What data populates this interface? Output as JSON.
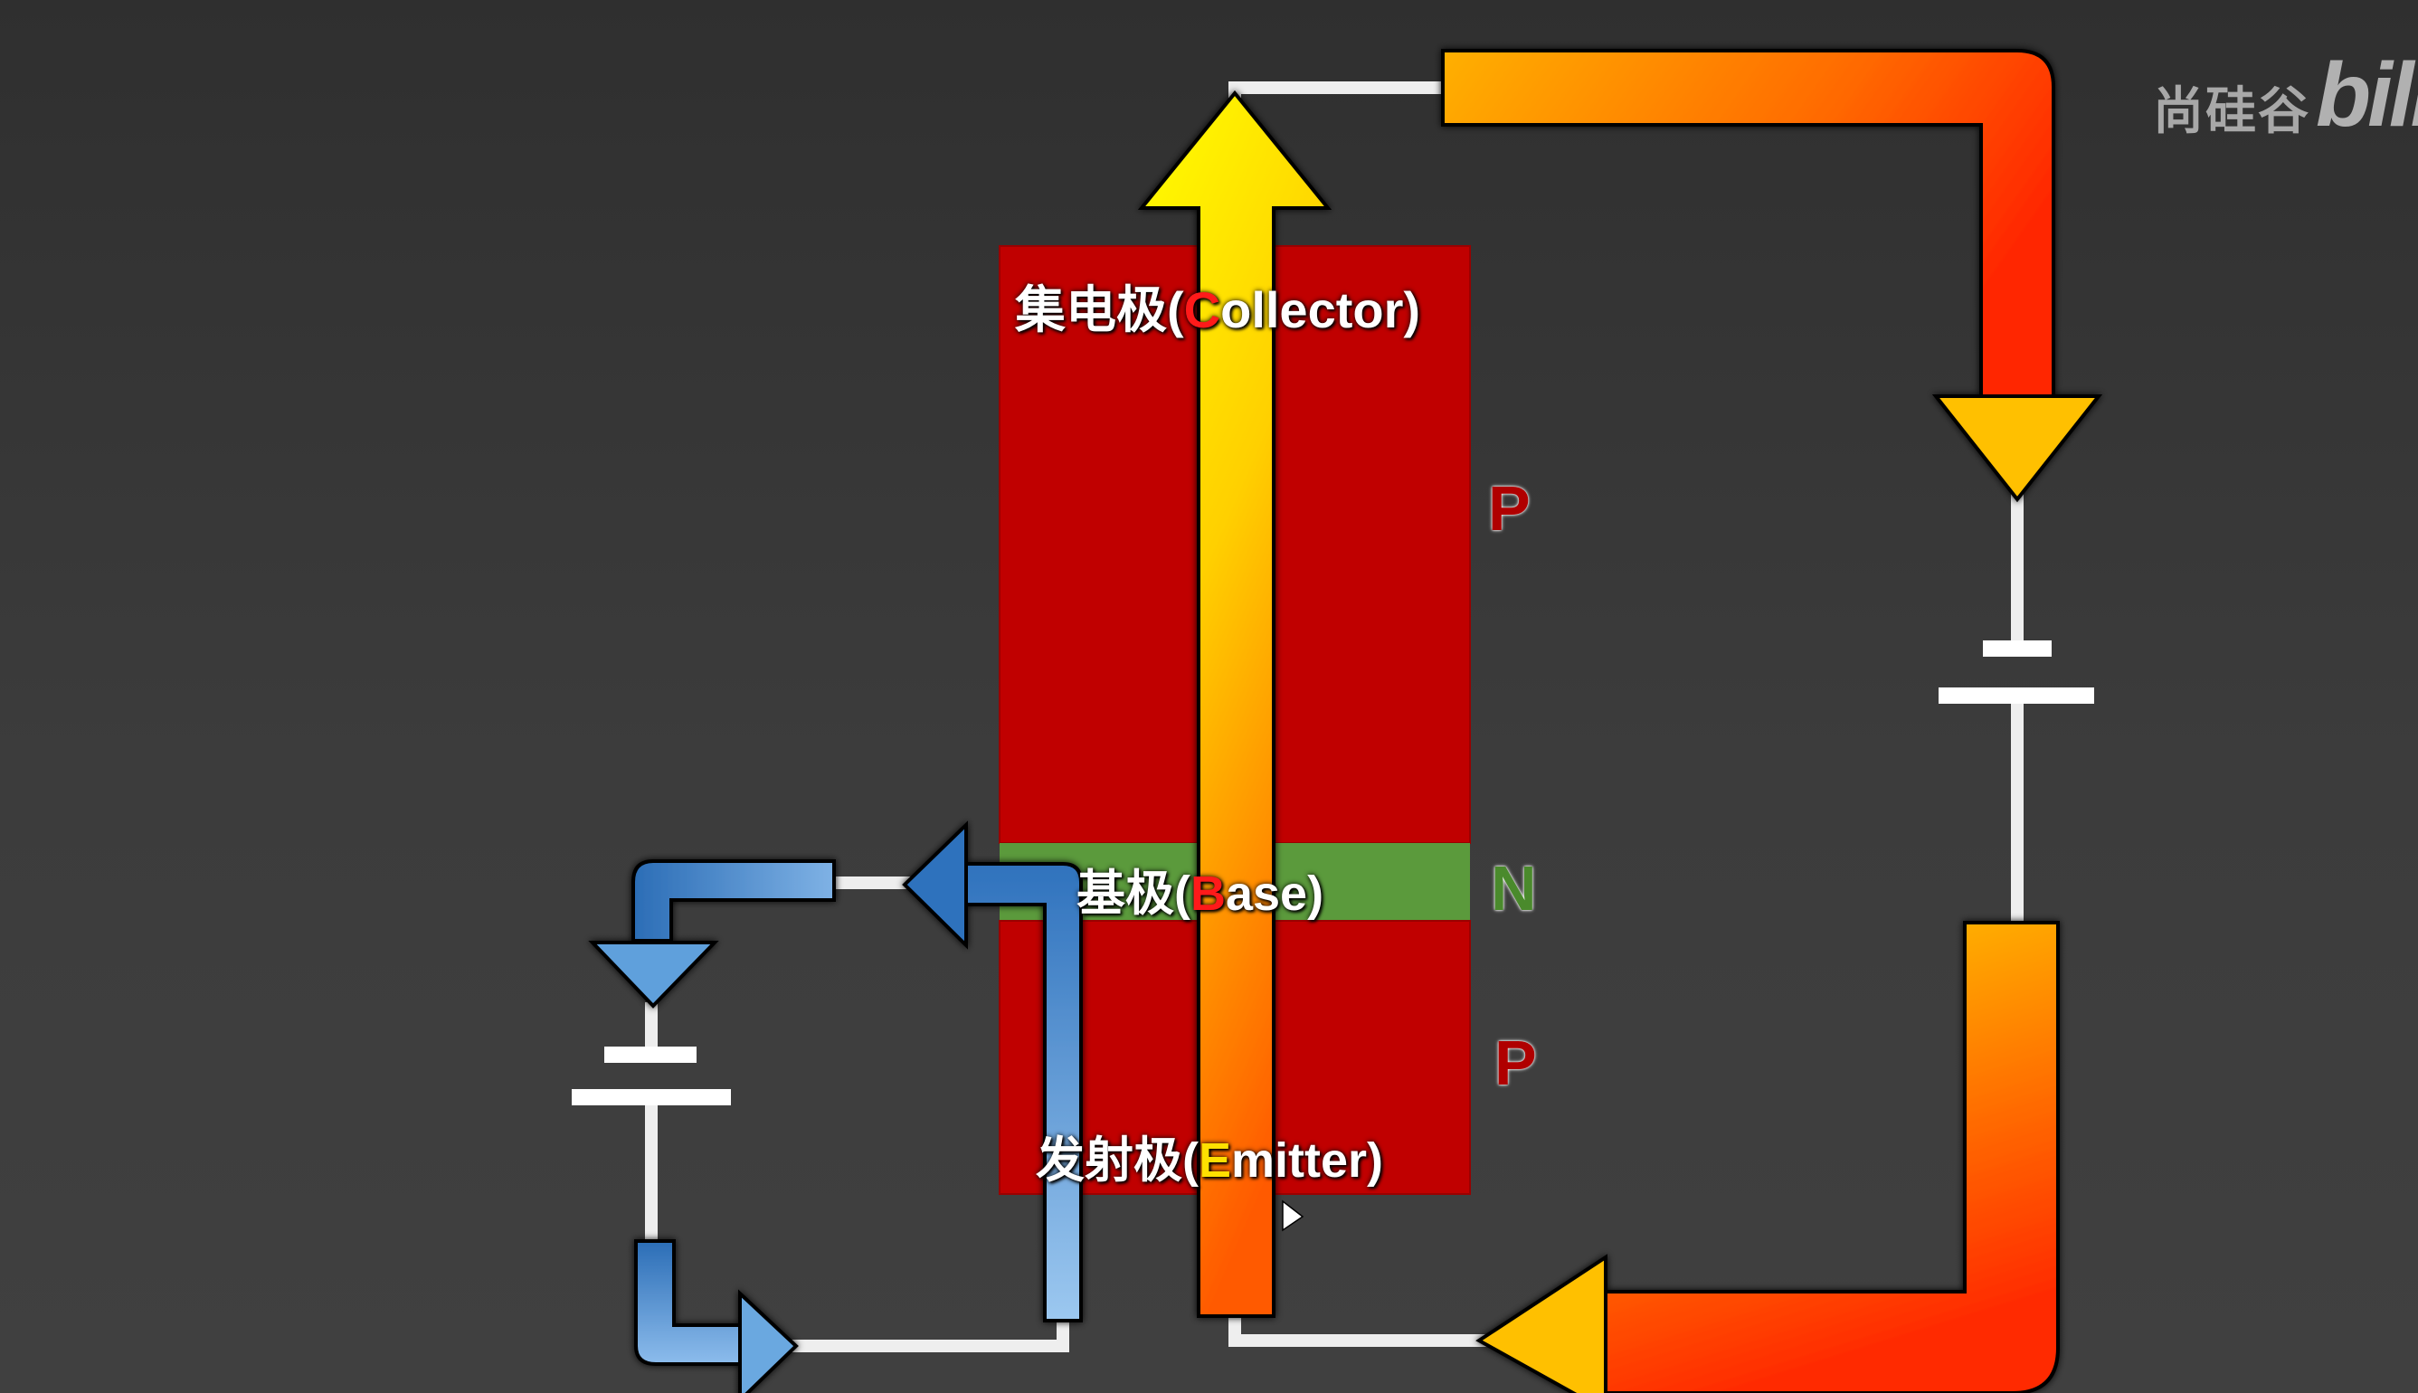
{
  "watermark": {
    "text": "尚硅谷",
    "logo": "bili"
  },
  "labels": {
    "collector": {
      "prefix": "集电极(",
      "letter": "C",
      "rest": "ollector)"
    },
    "base": {
      "prefix": "基极(",
      "letter": "B",
      "rest": "ase)"
    },
    "emitter": {
      "prefix": "发射极(",
      "letter": "E",
      "rest": "mitter)"
    }
  },
  "regions": {
    "top": "P",
    "middle": "N",
    "bottom": "P"
  },
  "colors": {
    "p_region": "#c00000",
    "n_region": "#5b9a3c",
    "main_current": "#ffd000",
    "base_current": "#3a7ec8",
    "wire": "#eeeeee"
  }
}
